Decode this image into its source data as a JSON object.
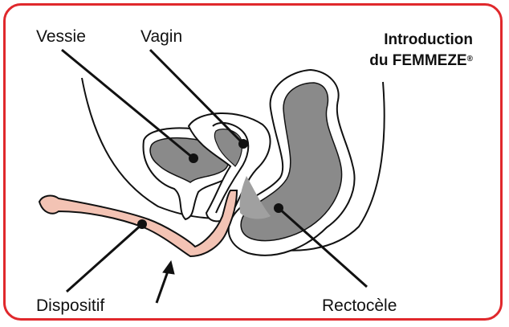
{
  "labels": {
    "bladder": "Vessie",
    "vagina": "Vagin",
    "device": "Dispositif",
    "rectocele": "Rectocèle"
  },
  "title": {
    "line1": "Introduction",
    "line2": "du FEMMEZE",
    "registered": "®"
  },
  "colors": {
    "frame": "#e0282c",
    "organ_fill": "#8a8a8a",
    "device_fill": "#f3c3b4",
    "outline": "#111111"
  }
}
